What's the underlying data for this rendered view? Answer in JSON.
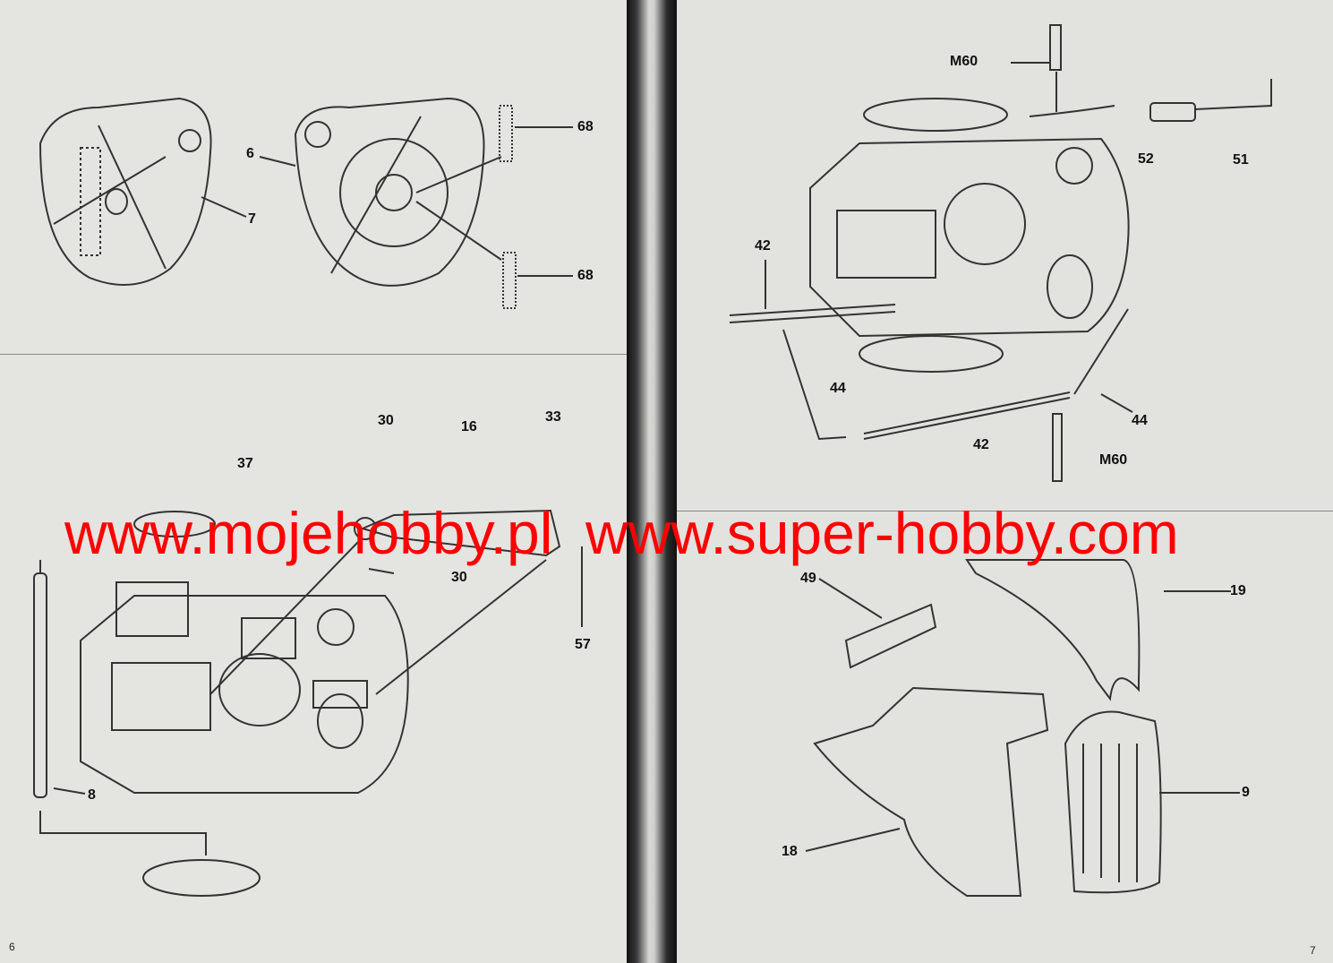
{
  "left_page": {
    "page_number": "6",
    "labels": [
      "68",
      "6",
      "7",
      "68",
      "30",
      "16",
      "33",
      "37",
      "30",
      "57",
      "8"
    ]
  },
  "right_page": {
    "page_number": "7",
    "labels": [
      "M60",
      "52",
      "51",
      "42",
      "44",
      "44",
      "42",
      "M60",
      "49",
      "19",
      "9",
      "18"
    ]
  },
  "watermark": {
    "text": "www.mojehobby.pl  www.super-hobby.com",
    "color": "#ff0000"
  }
}
